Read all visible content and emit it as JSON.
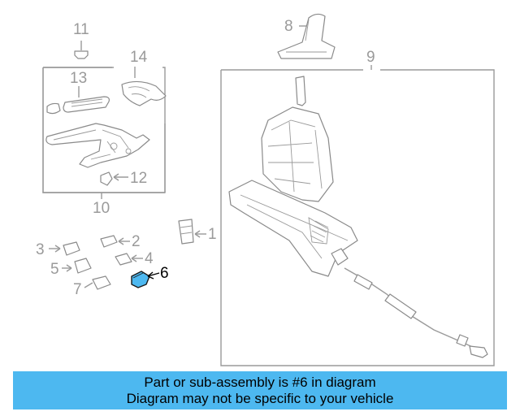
{
  "diagram": {
    "callouts": {
      "c1": "1",
      "c2": "2",
      "c3": "3",
      "c4": "4",
      "c5": "5",
      "c6": "6",
      "c7": "7",
      "c8": "8",
      "c9": "9",
      "c10": "10",
      "c11": "11",
      "c12": "12",
      "c13": "13",
      "c14": "14"
    },
    "highlight_color": "#4db8f0"
  },
  "caption": {
    "line1": "Part or sub-assembly is #6 in diagram",
    "line2": "Diagram may not be specific to your vehicle",
    "background": "#4db8f0"
  }
}
